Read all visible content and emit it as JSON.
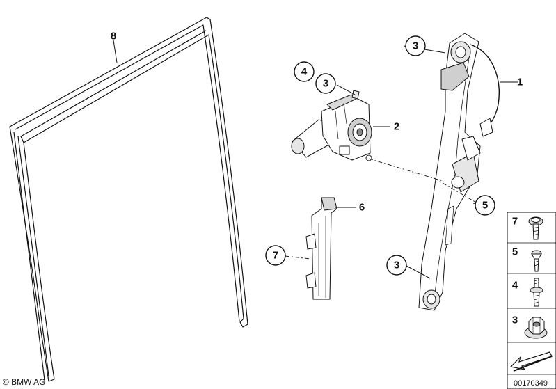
{
  "callouts": {
    "frame_seal": "8",
    "regulator": "1",
    "motor": "2",
    "motor_screw_upper": "3",
    "motor_bolt": "4",
    "regulator_bolt_upper": "3",
    "bolt_mid": "5",
    "guide_rail": "6",
    "guide_screw": "7",
    "regulator_bolt_lower": "3"
  },
  "legend": [
    {
      "number": "7",
      "icon": "washer-head-screw"
    },
    {
      "number": "5",
      "icon": "countersunk-screw"
    },
    {
      "number": "4",
      "icon": "collar-stud-bolt"
    },
    {
      "number": "3",
      "icon": "hex-flange-nut"
    }
  ],
  "footer": {
    "copyright": "© BMW AG",
    "reference": "00170349"
  },
  "colors": {
    "line": "#111111",
    "part_fill": "#ffffff",
    "part_shade": "#c8c8c8",
    "part_dark": "#8a8a8a"
  }
}
